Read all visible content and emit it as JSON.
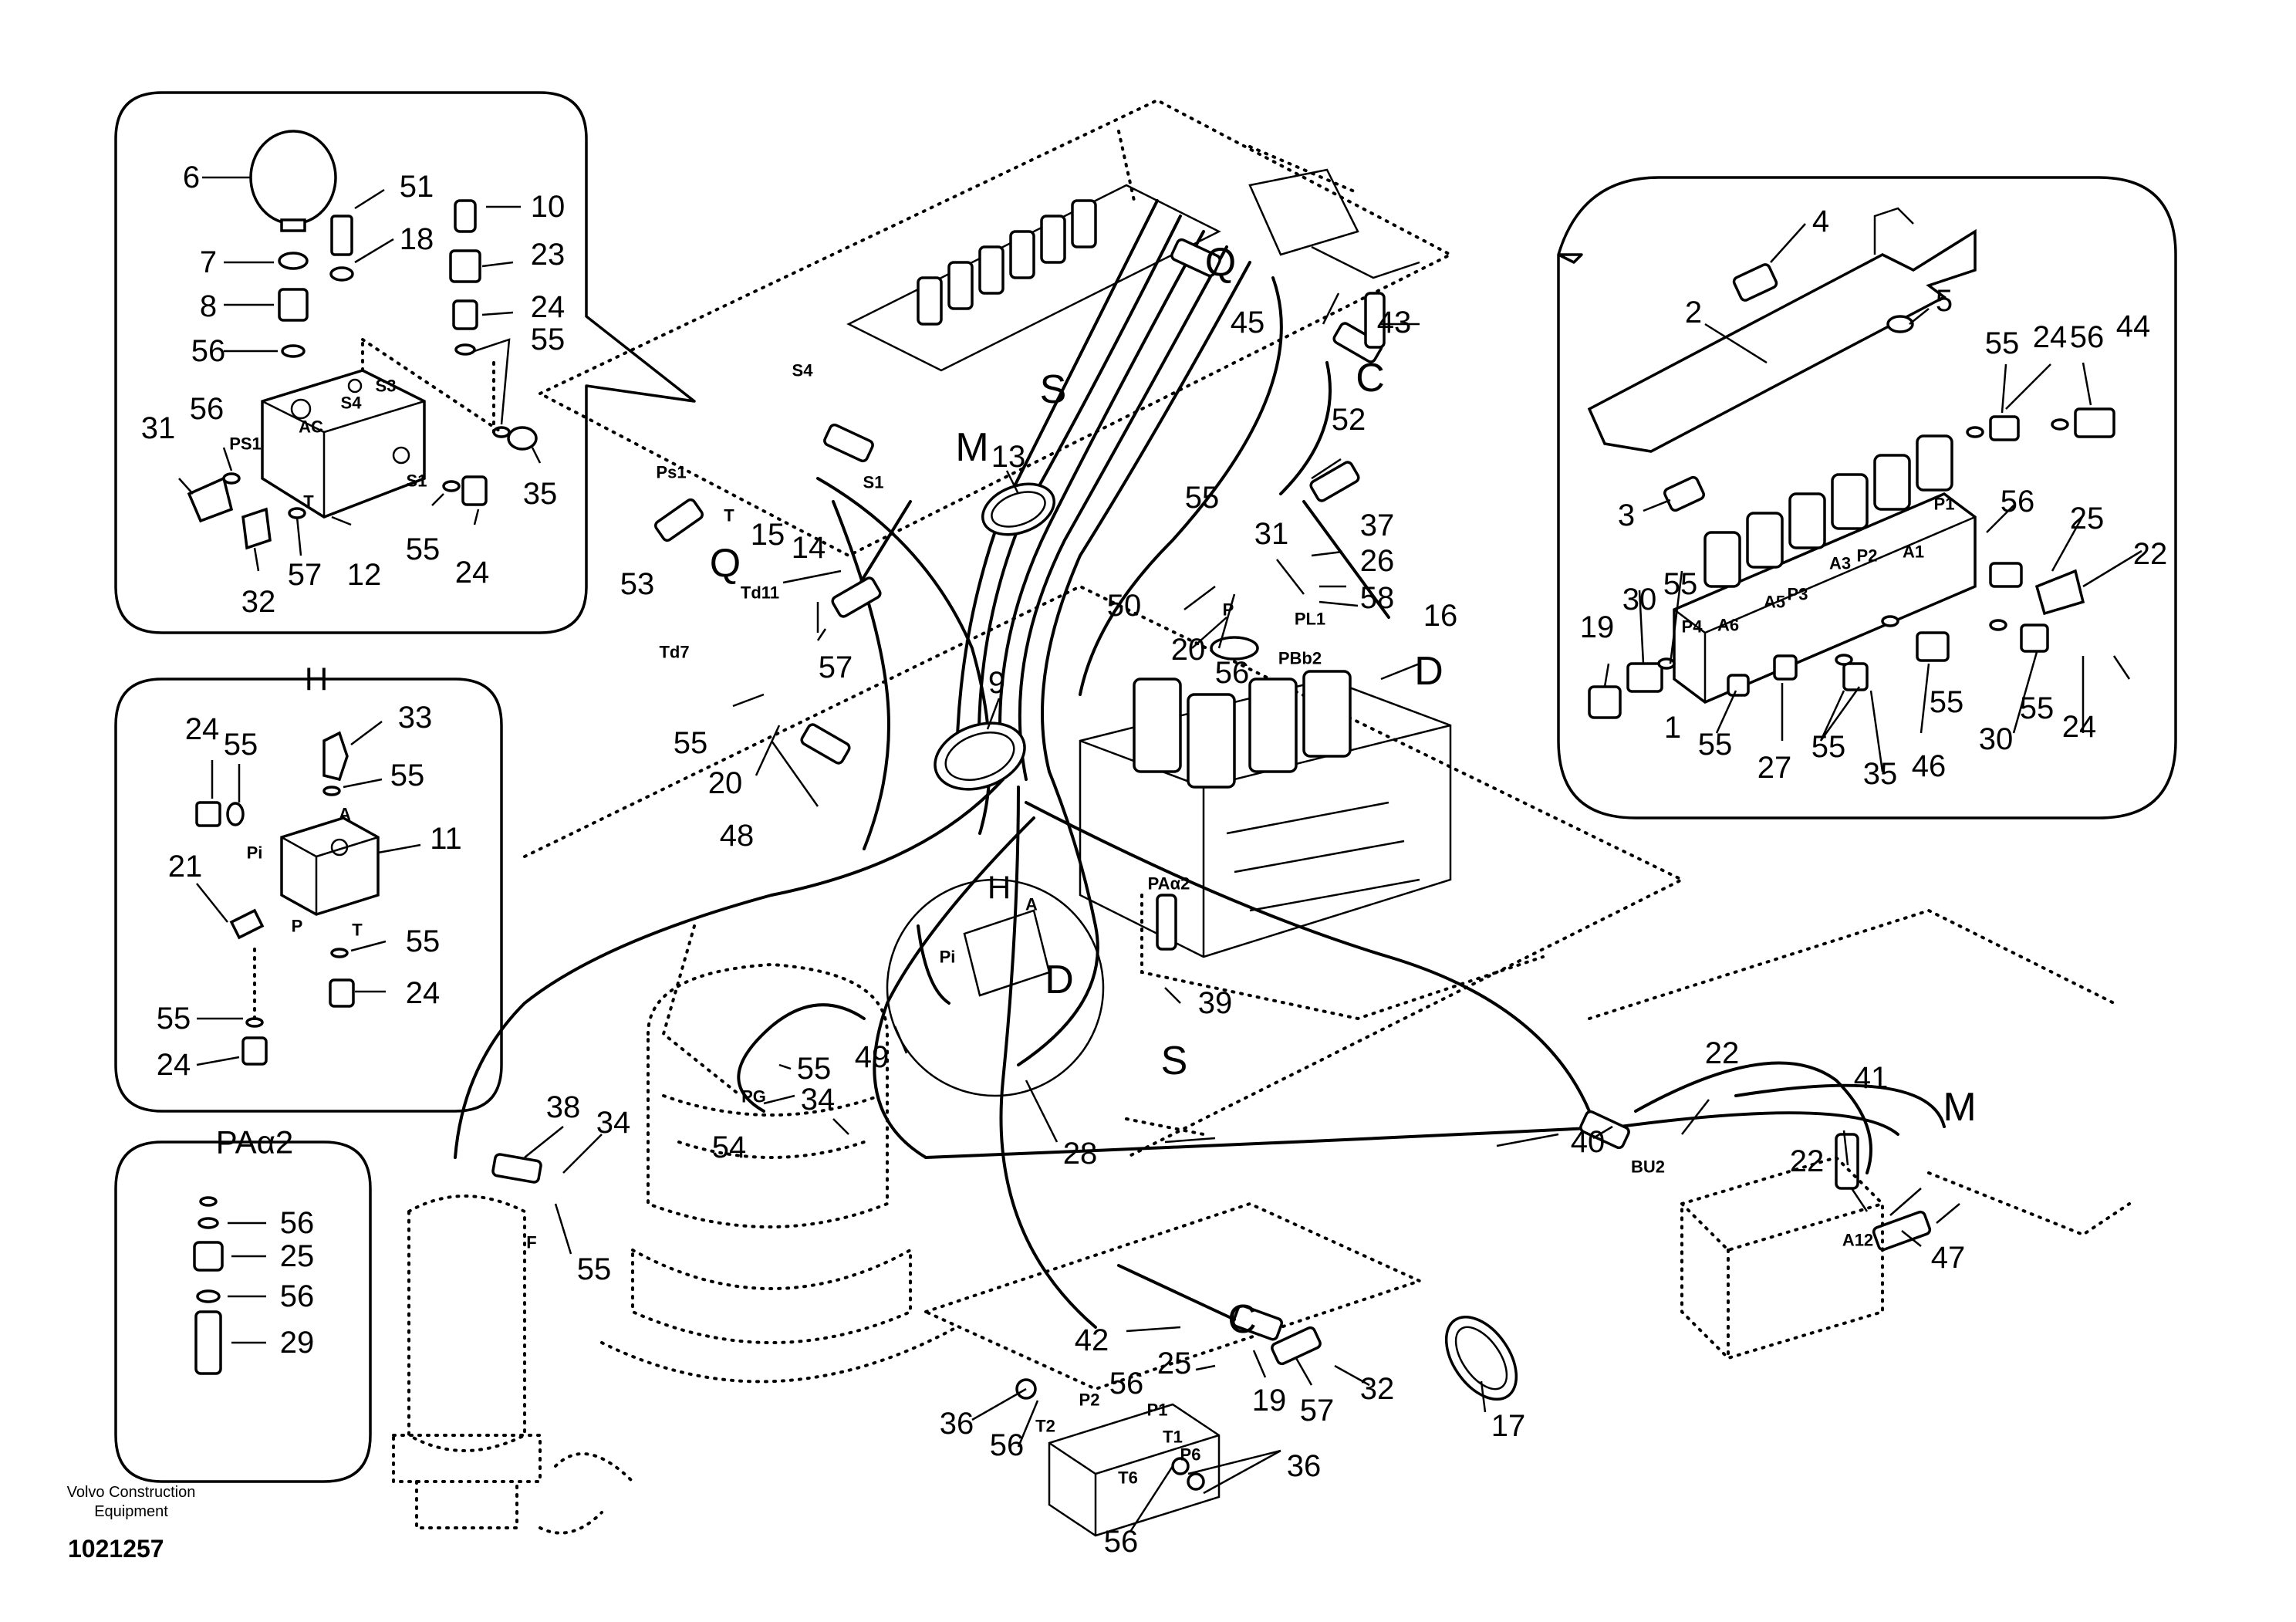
{
  "manufacturer": {
    "line1": "Volvo Construction",
    "line2": "Equipment"
  },
  "drawing_number": "1021257",
  "detail_sections": {
    "h": "H",
    "paa2": "PAα2"
  },
  "hose_letters": {
    "q": "Q",
    "c": "C",
    "s": "S",
    "m": "M",
    "d": "D"
  },
  "callouts": {
    "c1": "1",
    "c2": "2",
    "c3": "3",
    "c4": "4",
    "c5": "5",
    "c6": "6",
    "c7": "7",
    "c8": "8",
    "c9": "9",
    "c10": "10",
    "c11": "11",
    "c12": "12",
    "c13": "13",
    "c14": "14",
    "c15": "15",
    "c16": "16",
    "c17": "17",
    "c18": "18",
    "c19": "19",
    "c20": "20",
    "c21": "21",
    "c22": "22",
    "c23": "23",
    "c24": "24",
    "c25": "25",
    "c26": "26",
    "c27": "27",
    "c28": "28",
    "c29": "29",
    "c30": "30",
    "c31": "31",
    "c32": "32",
    "c33": "33",
    "c34": "34",
    "c35": "35",
    "c36": "36",
    "c37": "37",
    "c38": "38",
    "c39": "39",
    "c40": "40",
    "c41": "41",
    "c42": "42",
    "c43": "43",
    "c44": "44",
    "c45": "45",
    "c46": "46",
    "c47": "47",
    "c48": "48",
    "c49": "49",
    "c50": "50",
    "c51": "51",
    "c52": "52",
    "c53": "53",
    "c54": "54",
    "c55": "55",
    "c56": "56",
    "c57": "57",
    "c58": "58"
  },
  "ports": {
    "ps1": "PS1",
    "ac": "AC",
    "t": "T",
    "s1": "S1",
    "s3": "S3",
    "s4": "S4",
    "p1": "P1",
    "p2": "P2",
    "p3": "P3",
    "p4": "P4",
    "p6": "P6",
    "a1": "A1",
    "a3": "A3",
    "a5": "A5",
    "a6": "A6",
    "pi": "Pi",
    "a": "A",
    "p": "P",
    "t1": "T1",
    "t2": "T2",
    "t6": "T6",
    "pg": "PG",
    "f": "F",
    "bu2": "BU2",
    "a12": "A12",
    "td7": "Td7",
    "td11": "Td11",
    "pl1": "PL1",
    "pbb2": "PBb2",
    "paa2": "PAα2",
    "psl": "Ps1"
  }
}
